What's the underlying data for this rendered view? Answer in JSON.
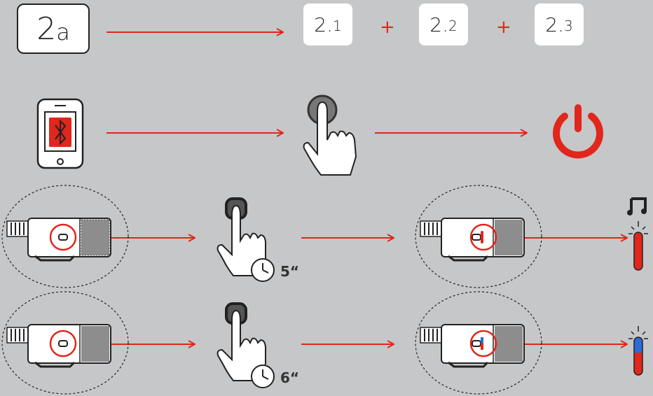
{
  "header": {
    "step_box": {
      "number": "2",
      "letter": "a"
    },
    "substeps": [
      {
        "number": "2.",
        "sub": "1"
      },
      {
        "number": "2.",
        "sub": "2"
      },
      {
        "number": "2.",
        "sub": "3"
      }
    ],
    "plus_signs": [
      "+",
      "+"
    ]
  },
  "hold_rows": [
    {
      "duration": "5“",
      "indicator": "red-led-and-music-note"
    },
    {
      "duration": "6“",
      "indicator": "red-blue-led"
    }
  ],
  "colors": {
    "accent": "#e1261c",
    "background": "#c6c7c8",
    "ink": "#222222",
    "blue": "#2d6bd6"
  },
  "icons": [
    "bluetooth-phone-icon",
    "finger-press-icon",
    "power-icon",
    "device-icon",
    "clock-icon",
    "music-note-icon",
    "led-icon"
  ]
}
